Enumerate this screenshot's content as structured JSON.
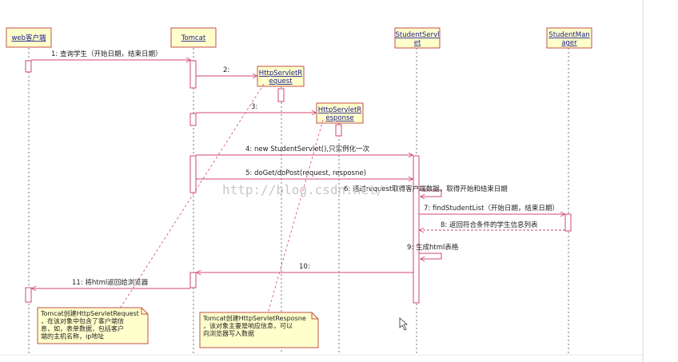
{
  "participants": [
    {
      "id": "web",
      "lines": [
        "web客户端"
      ]
    },
    {
      "id": "tomcat",
      "lines": [
        "Tomcat"
      ]
    },
    {
      "id": "req",
      "lines": [
        "HttpServletR",
        "equest"
      ]
    },
    {
      "id": "resp",
      "lines": [
        "HttpServletR",
        "esponse"
      ]
    },
    {
      "id": "servlet",
      "lines": [
        "StudentServl",
        "et"
      ]
    },
    {
      "id": "manager",
      "lines": [
        "StudentMan",
        "ager"
      ]
    }
  ],
  "messages": [
    {
      "n": "1",
      "label": "1: 查询学生（开始日期，结束日期）"
    },
    {
      "n": "2",
      "label": "2:"
    },
    {
      "n": "3",
      "label": "3:"
    },
    {
      "n": "4",
      "label": "4: new StudentServlet(),只实例化一次"
    },
    {
      "n": "5",
      "label": "5: doGet/doPost(request, resposne)"
    },
    {
      "n": "6",
      "label": "6: 通过request取得客户端数据，取得开始和结束日期"
    },
    {
      "n": "7",
      "label": "7: findStudentList（开始日期，结束日期）"
    },
    {
      "n": "8",
      "label": "8: 返回符合条件的学生信息列表"
    },
    {
      "n": "9",
      "label": "9: 生成html表格"
    },
    {
      "n": "10",
      "label": "10:"
    },
    {
      "n": "11",
      "label": "11: 将html返回给浏览器"
    }
  ],
  "notes": [
    {
      "id": "note-request",
      "lines": [
        "Tomcat创建HttpServletRequest",
        "，在该对象中包含了客户端信",
        "息，如，表单数据，包括客户",
        "端的主机名称，ip地址"
      ]
    },
    {
      "id": "note-response",
      "lines": [
        "Tomcat创建HttpServletResposne",
        "，该对象主要是响应信息，可以",
        "向浏览器写入数据"
      ]
    }
  ],
  "watermark": "http://blog.csdn.net/",
  "colors": {
    "line": "#d04a6e",
    "box_fill": "#ffffcc",
    "box_stroke": "#c0504d",
    "note_stroke": "#c0504d",
    "header_text": "#1a1a8c"
  }
}
